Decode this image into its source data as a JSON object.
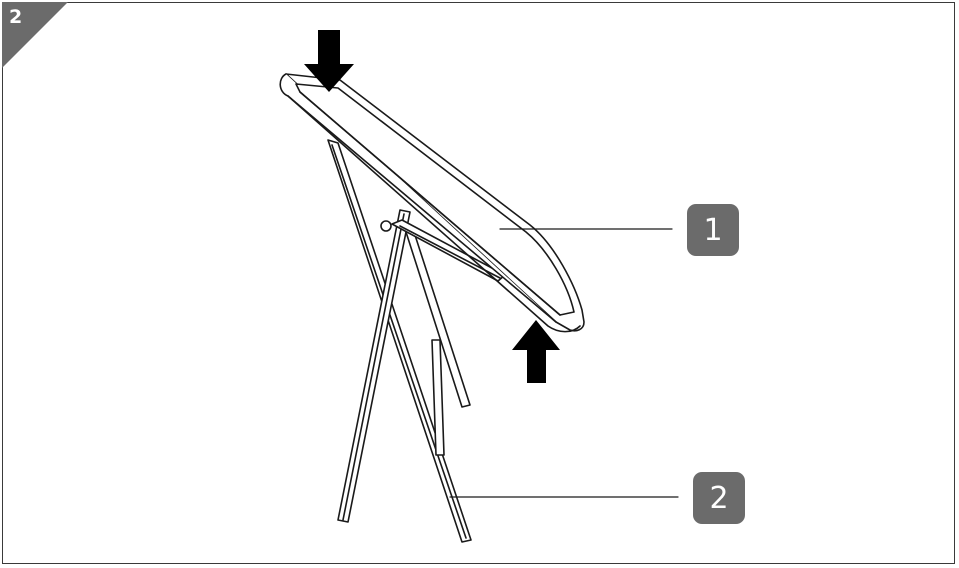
{
  "figure_number": "2",
  "callouts": [
    {
      "label": "1"
    },
    {
      "label": "2"
    }
  ],
  "colors": {
    "frame_border": "#3a3a3a",
    "corner_badge": "#6b6b6b",
    "callout_background": "#6b6b6b",
    "callout_text": "#ffffff",
    "arrow": "#000000",
    "line_art": "#1a1a1a"
  },
  "icons": {
    "press_down": "arrow-down-icon",
    "lift_up": "arrow-up-icon"
  }
}
